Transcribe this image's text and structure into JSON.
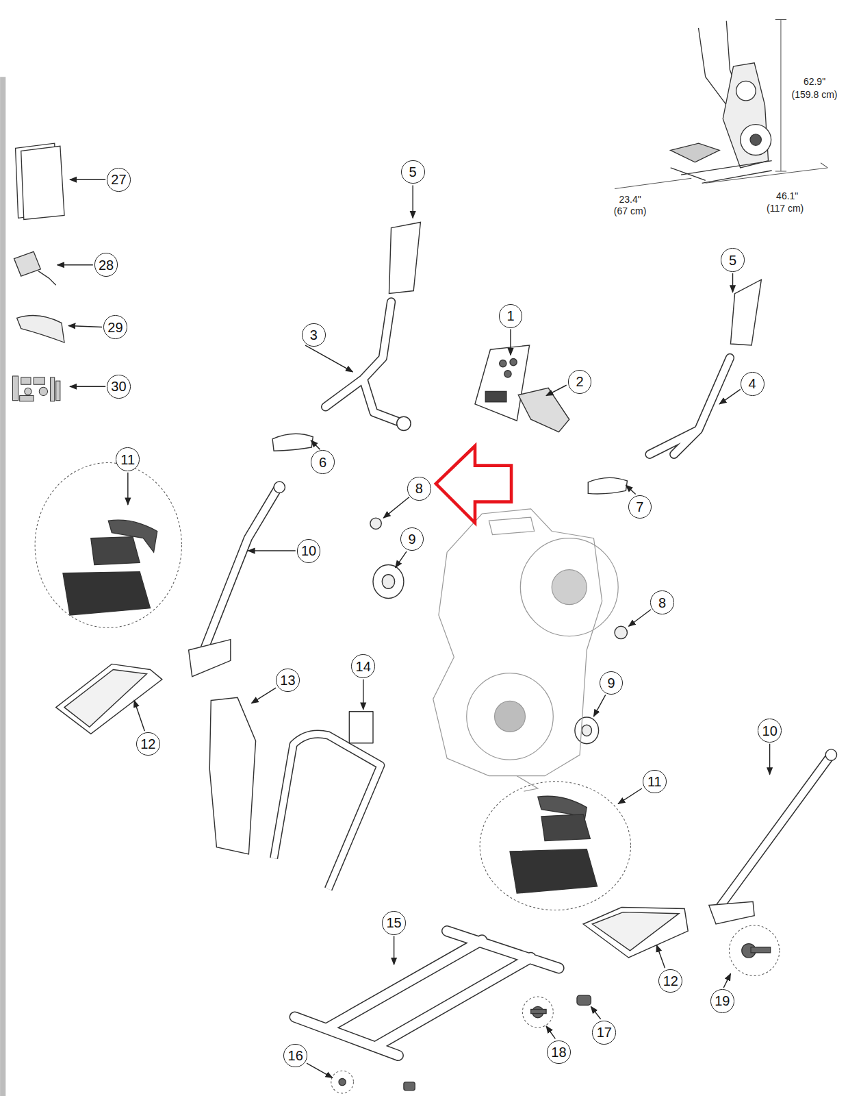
{
  "diagram": {
    "nodes": [
      {
        "text": [
          "27"
        ]
      },
      {
        "text": [
          "5"
        ]
      },
      {
        "text": [
          "28"
        ]
      },
      {
        "text": [
          "1"
        ]
      },
      {
        "text": [
          "5"
        ]
      },
      {
        "text": [
          "3"
        ]
      },
      {
        "text": [
          "29"
        ]
      },
      {
        "text": [
          "2"
        ]
      },
      {
        "text": [
          "4"
        ]
      },
      {
        "text": [
          "30"
        ]
      },
      {
        "text": [
          "11"
        ]
      },
      {
        "text": [
          "6"
        ]
      },
      {
        "text": [
          "8"
        ]
      },
      {
        "text": [
          "7"
        ]
      },
      {
        "text": [
          "9"
        ]
      },
      {
        "text": [
          "10"
        ]
      },
      {
        "text": [
          "8"
        ]
      },
      {
        "text": [
          "14"
        ]
      },
      {
        "text": [
          "13"
        ]
      },
      {
        "text": [
          "9"
        ]
      },
      {
        "text": [
          "10"
        ]
      },
      {
        "text": [
          "12"
        ]
      },
      {
        "text": [
          "11"
        ]
      },
      {
        "text": [
          "15"
        ]
      },
      {
        "text": [
          "12"
        ]
      },
      {
        "text": [
          "19"
        ]
      },
      {
        "text": [
          "17"
        ]
      },
      {
        "text": [
          "16"
        ]
      },
      {
        "text": [
          "18"
        ]
      }
    ],
    "labels": [
      "62.9\"",
      "(159.8 cm)",
      "23.4\"",
      "(67 cm)",
      "46.1\"",
      "(117 cm)"
    ]
  }
}
